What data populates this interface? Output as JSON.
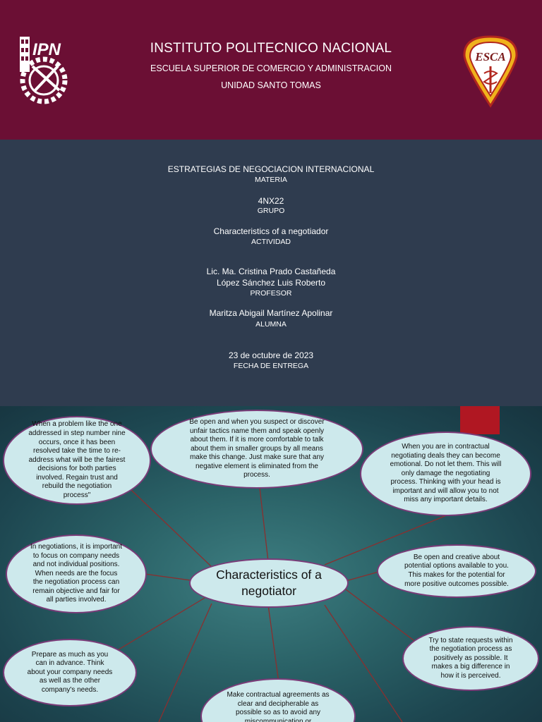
{
  "header": {
    "title": "INSTITUTO POLITECNICO NACIONAL",
    "school": "ESCUELA SUPERIOR DE COMERCIO Y ADMINISTRACION",
    "unit": "UNIDAD SANTO TOMAS",
    "logo_left": "IPN",
    "logo_right": "ESCA"
  },
  "cover": {
    "subject": "ESTRATEGIAS DE NEGOCIACION INTERNACIONAL",
    "subject_caption": "MATERIA",
    "group": "4NX22",
    "group_caption": "GRUPO",
    "activity": "Characteristics of a negotiador",
    "activity_caption": "ACTIVIDAD",
    "professor_1": "Lic. Ma. Cristina Prado Castañeda",
    "professor_2": "López Sánchez Luis Roberto",
    "professor_caption": "PROFESOR",
    "student": "Maritza Abigail Martínez Apolinar",
    "student_caption": "ALUMNA",
    "date": "23 de octubre de 2023",
    "date_caption": "FECHA DE ENTREGA"
  },
  "mindmap": {
    "center": "Characteristics of a negotiator",
    "nodes": [
      "When a problem like the one addressed in step number nine occurs, once it has been resolved take the time to re-address what will be the fairest decisions for both parties involved. Regain trust and rebuild the negotiation process\"",
      "Be open and when you suspect or discover unfair tactics name them and speak openly about them. If it is more comfortable to talk about them in smaller groups by all means make this change. Just make sure that any negative element is eliminated from the process.",
      "When you are in contractual negotiating deals they can become emotional. Do not let them. This will only damage the negotiating process. Thinking with your head is important and will allow you to not miss any important details.",
      "In negotiations, it is important to focus on company needs and not individual positions. When needs are the focus the negotiation process can remain objective and fair for all parties involved.",
      "Be open and creative about potential options available to you. This makes for the potential for more positive outcomes possible.",
      "Prepare as much as you can in advance. Think about your company needs as well as the other company's needs.",
      "Try to state requests within the negotiation process as positively as possible. It makes a big difference in how it is perceived.",
      "Make contractual agreements as clear and decipherable as possible so as to avoid any miscommunication or"
    ],
    "colors": {
      "bubble_fill": "#cde9ec",
      "bubble_border": "#7a3b78",
      "connector": "#8a2f2f",
      "header_bg": "#6b0f34",
      "cover_bg": "#2f3c4f",
      "accent_tab": "#b01722"
    }
  }
}
